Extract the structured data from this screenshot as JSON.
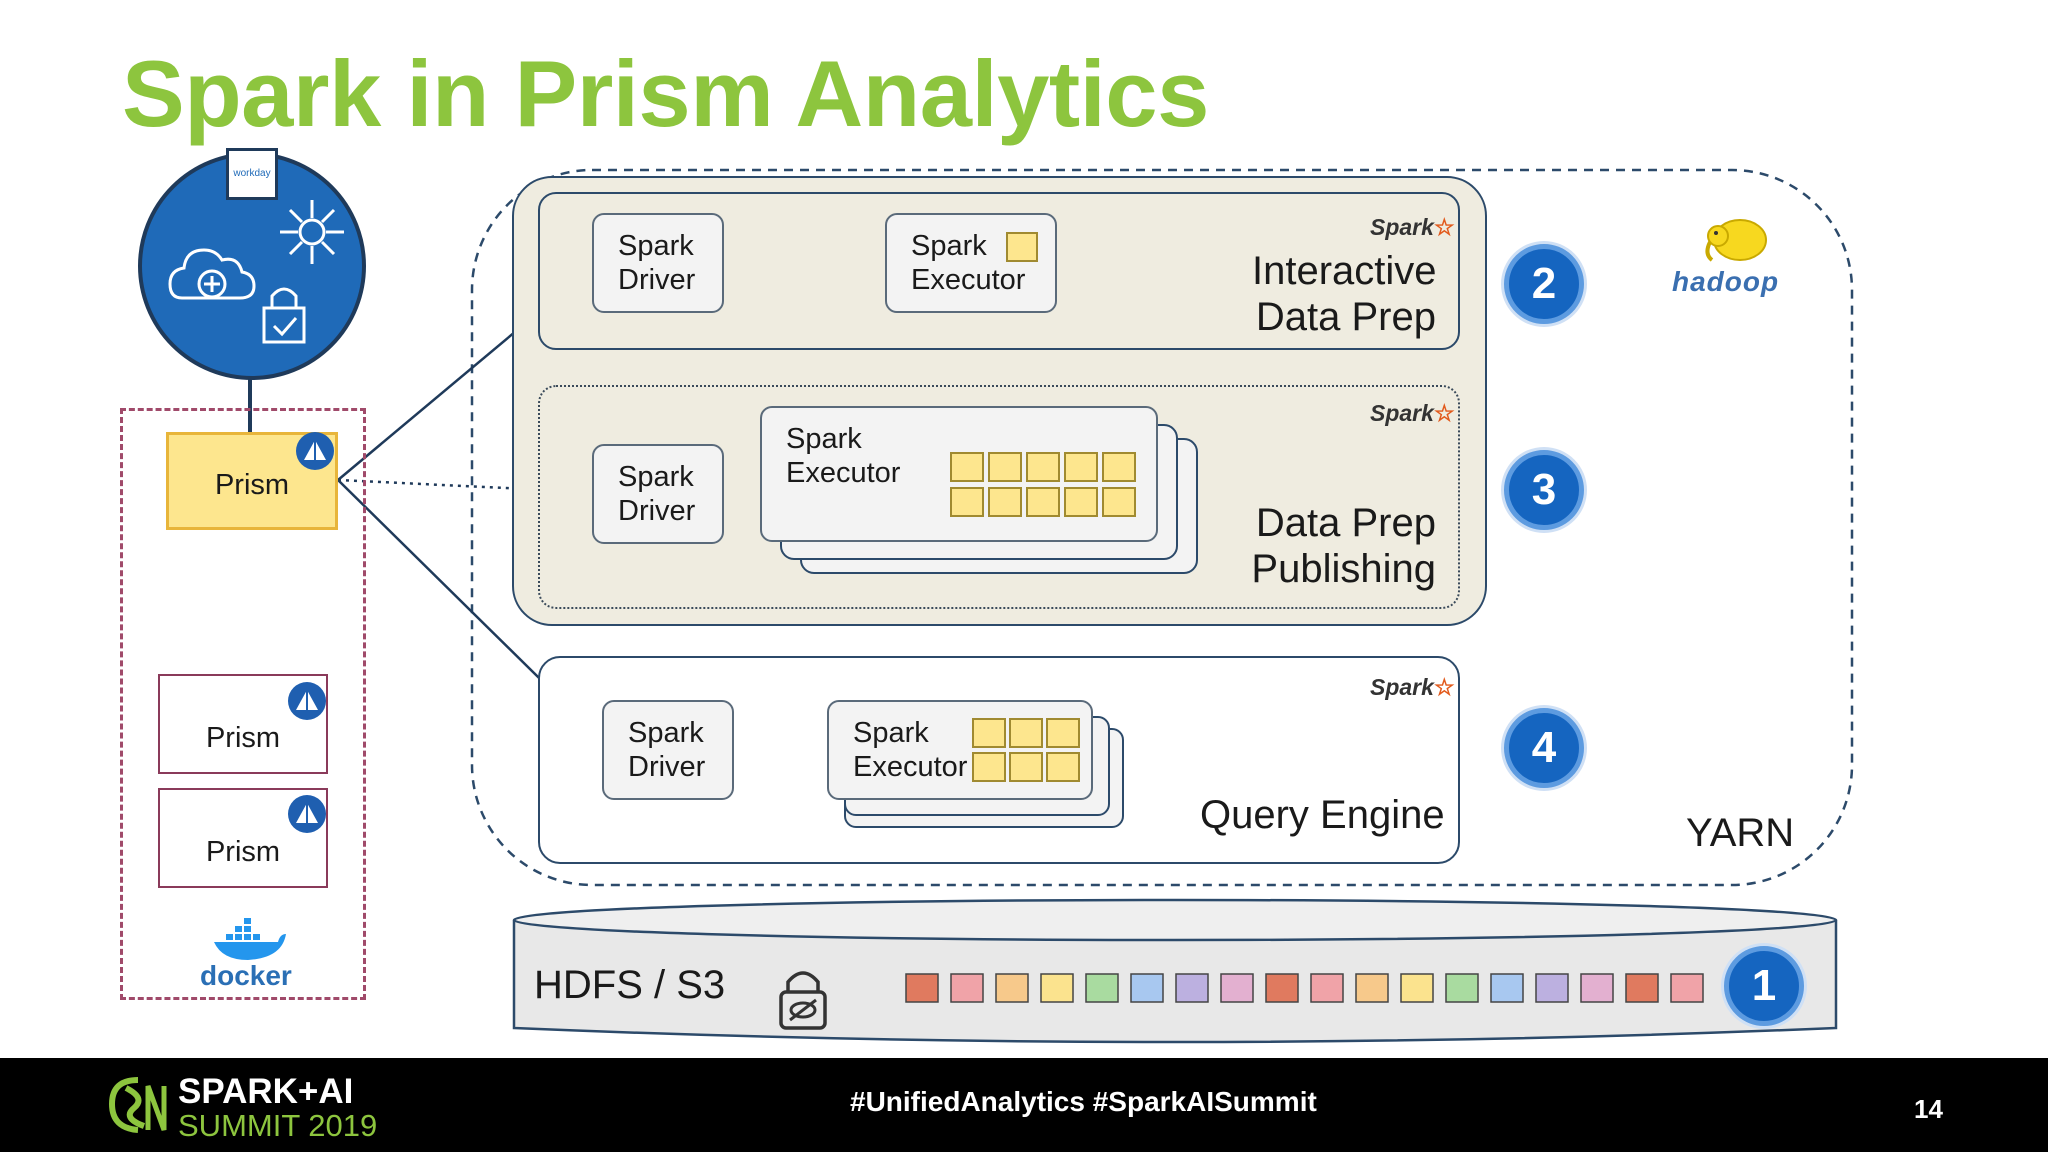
{
  "slide": {
    "title": "Spark in Prism Analytics",
    "page_number": "14",
    "footer_hashtags": "#UnifiedAnalytics #SparkAISummit",
    "footer_logo_line1": "SPARK+AI",
    "footer_logo_line2": "SUMMIT 2019"
  },
  "workday_logo_text": "workday",
  "prism_nodes": [
    "Prism",
    "Prism",
    "Prism"
  ],
  "docker_label": "docker",
  "hadoop_label": "hadoop",
  "spark_logo_text": "Spark",
  "yarn_label": "YARN",
  "sections": {
    "interactive": {
      "title_line1": "Interactive",
      "title_line2": "Data Prep",
      "badge": "2"
    },
    "publishing": {
      "title_line1": "Data Prep",
      "title_line2": "Publishing",
      "badge": "3"
    },
    "query": {
      "title": "Query Engine",
      "badge": "4"
    }
  },
  "spark_driver": [
    "Spark",
    "Driver"
  ],
  "spark_executor": [
    "Spark",
    "Executor"
  ],
  "storage": {
    "label": "HDFS / S3",
    "badge": "1"
  },
  "colors": {
    "title_green": "#8dc53e",
    "badge_blue": "#1565c0",
    "prism_yellow": "#fde68e",
    "storage_blocks": [
      "#e07a5f",
      "#f0a3a8",
      "#f7c98b",
      "#fbe38e",
      "#a9dba0",
      "#a8c8f0",
      "#bcb0e0",
      "#e3b0d0",
      "#e07a5f",
      "#f0a3a8",
      "#f7c98b",
      "#fbe38e",
      "#a9dba0",
      "#a8c8f0",
      "#bcb0e0",
      "#e3b0d0",
      "#e07a5f",
      "#f0a3a8"
    ]
  }
}
